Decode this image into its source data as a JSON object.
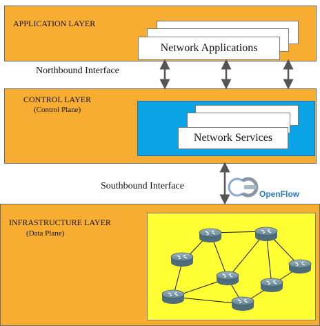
{
  "application_layer": {
    "title": "APPLICATION LAYER",
    "card_label": "Network Applications"
  },
  "northbound": {
    "label": "Northbound Interface"
  },
  "control_layer": {
    "title": "CONTROL LAYER",
    "subtitle": "(Control Plane)",
    "card_label": "Network Services"
  },
  "southbound": {
    "label": "Southbound Interface"
  },
  "openflow": {
    "logo_text": "OpenFlow"
  },
  "infrastructure_layer": {
    "title": "INFRASTRUCTURE LAYER",
    "subtitle": "(Data Plane)"
  },
  "colors": {
    "layer_fill": "#f7ad32",
    "services_panel": "#0aa4e6",
    "data_plane_panel": "#ffff33",
    "router": "#5e7f8e"
  },
  "icons": [
    "router-icon",
    "openflow-logo",
    "double-arrow"
  ]
}
